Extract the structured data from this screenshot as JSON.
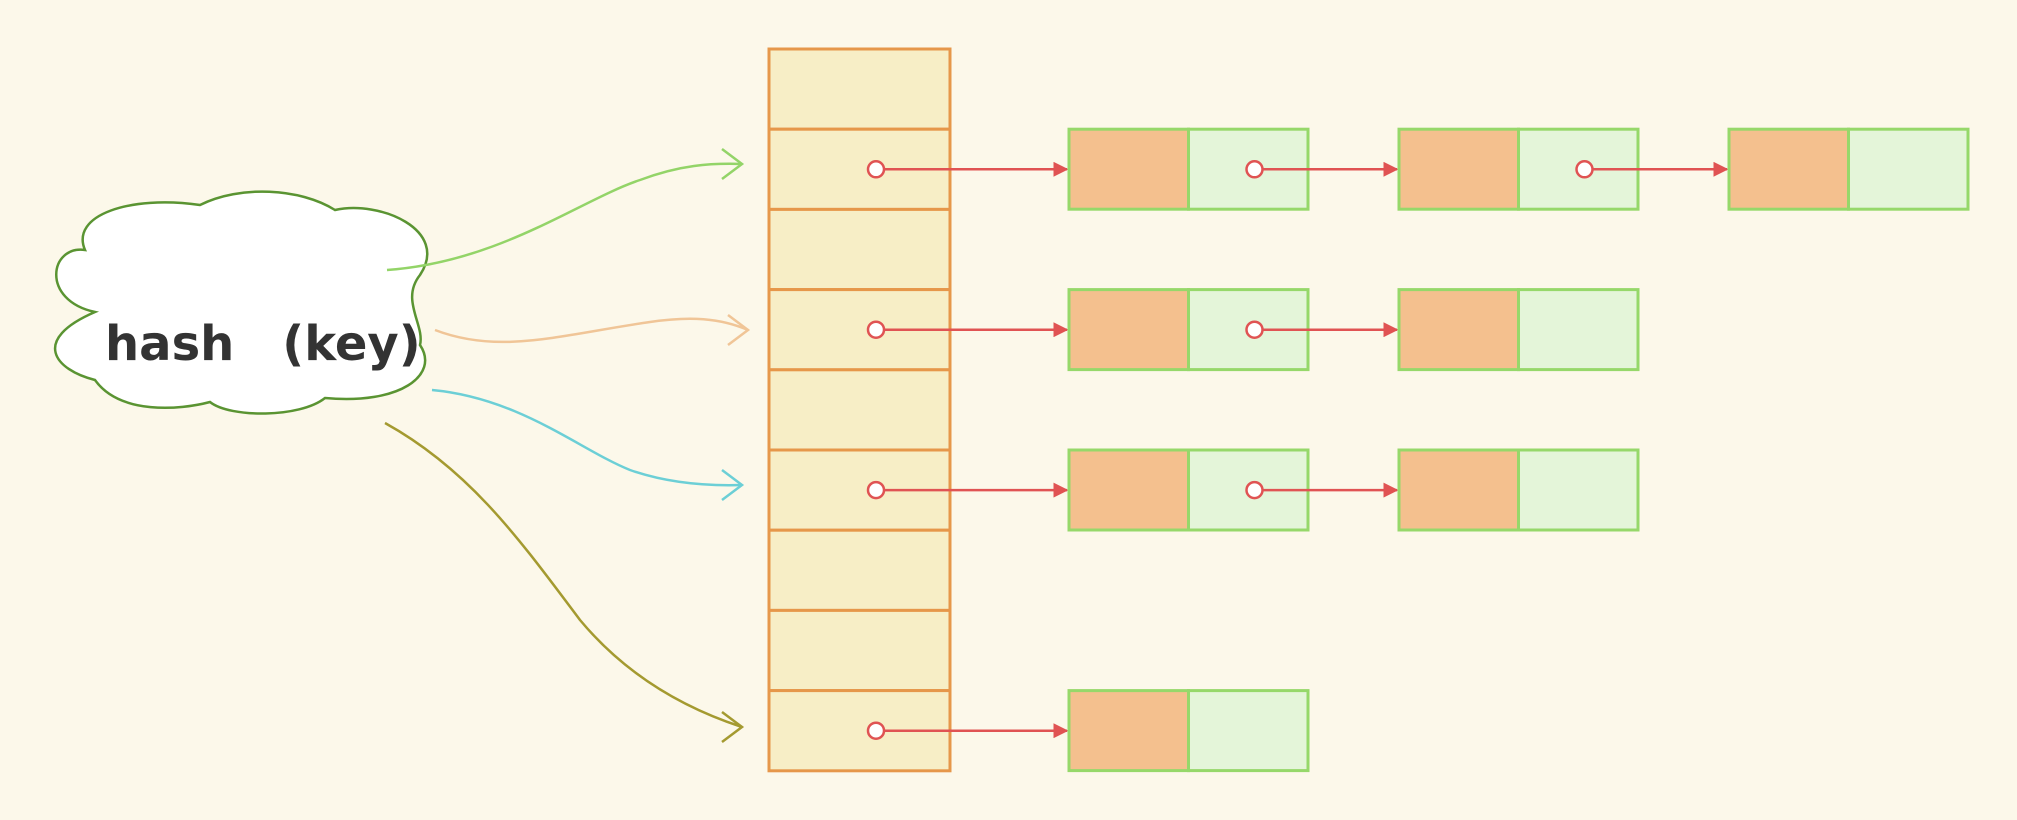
{
  "cloud": {
    "label": "hash　(key)"
  },
  "colors": {
    "background": "#fcf8ea",
    "bucket_fill": "#f7eec6",
    "bucket_stroke": "#e6974a",
    "node_key_fill": "#f4c08e",
    "node_value_fill": "#e4f5d9",
    "node_stroke": "#96d86a",
    "pointer": "#e05353",
    "cloud_stroke": "#5a9432",
    "arrow_green": "#93d468",
    "arrow_peach": "#f0c597",
    "arrow_cyan": "#6ccfd6",
    "arrow_olive": "#a49a30"
  },
  "buckets": {
    "count": 9
  },
  "chains": [
    {
      "bucket": 1,
      "nodes": 3,
      "hash_arrow": "arrow_green"
    },
    {
      "bucket": 3,
      "nodes": 2,
      "hash_arrow": "arrow_peach"
    },
    {
      "bucket": 5,
      "nodes": 2,
      "hash_arrow": "arrow_cyan"
    },
    {
      "bucket": 8,
      "nodes": 1,
      "hash_arrow": "arrow_olive"
    }
  ]
}
